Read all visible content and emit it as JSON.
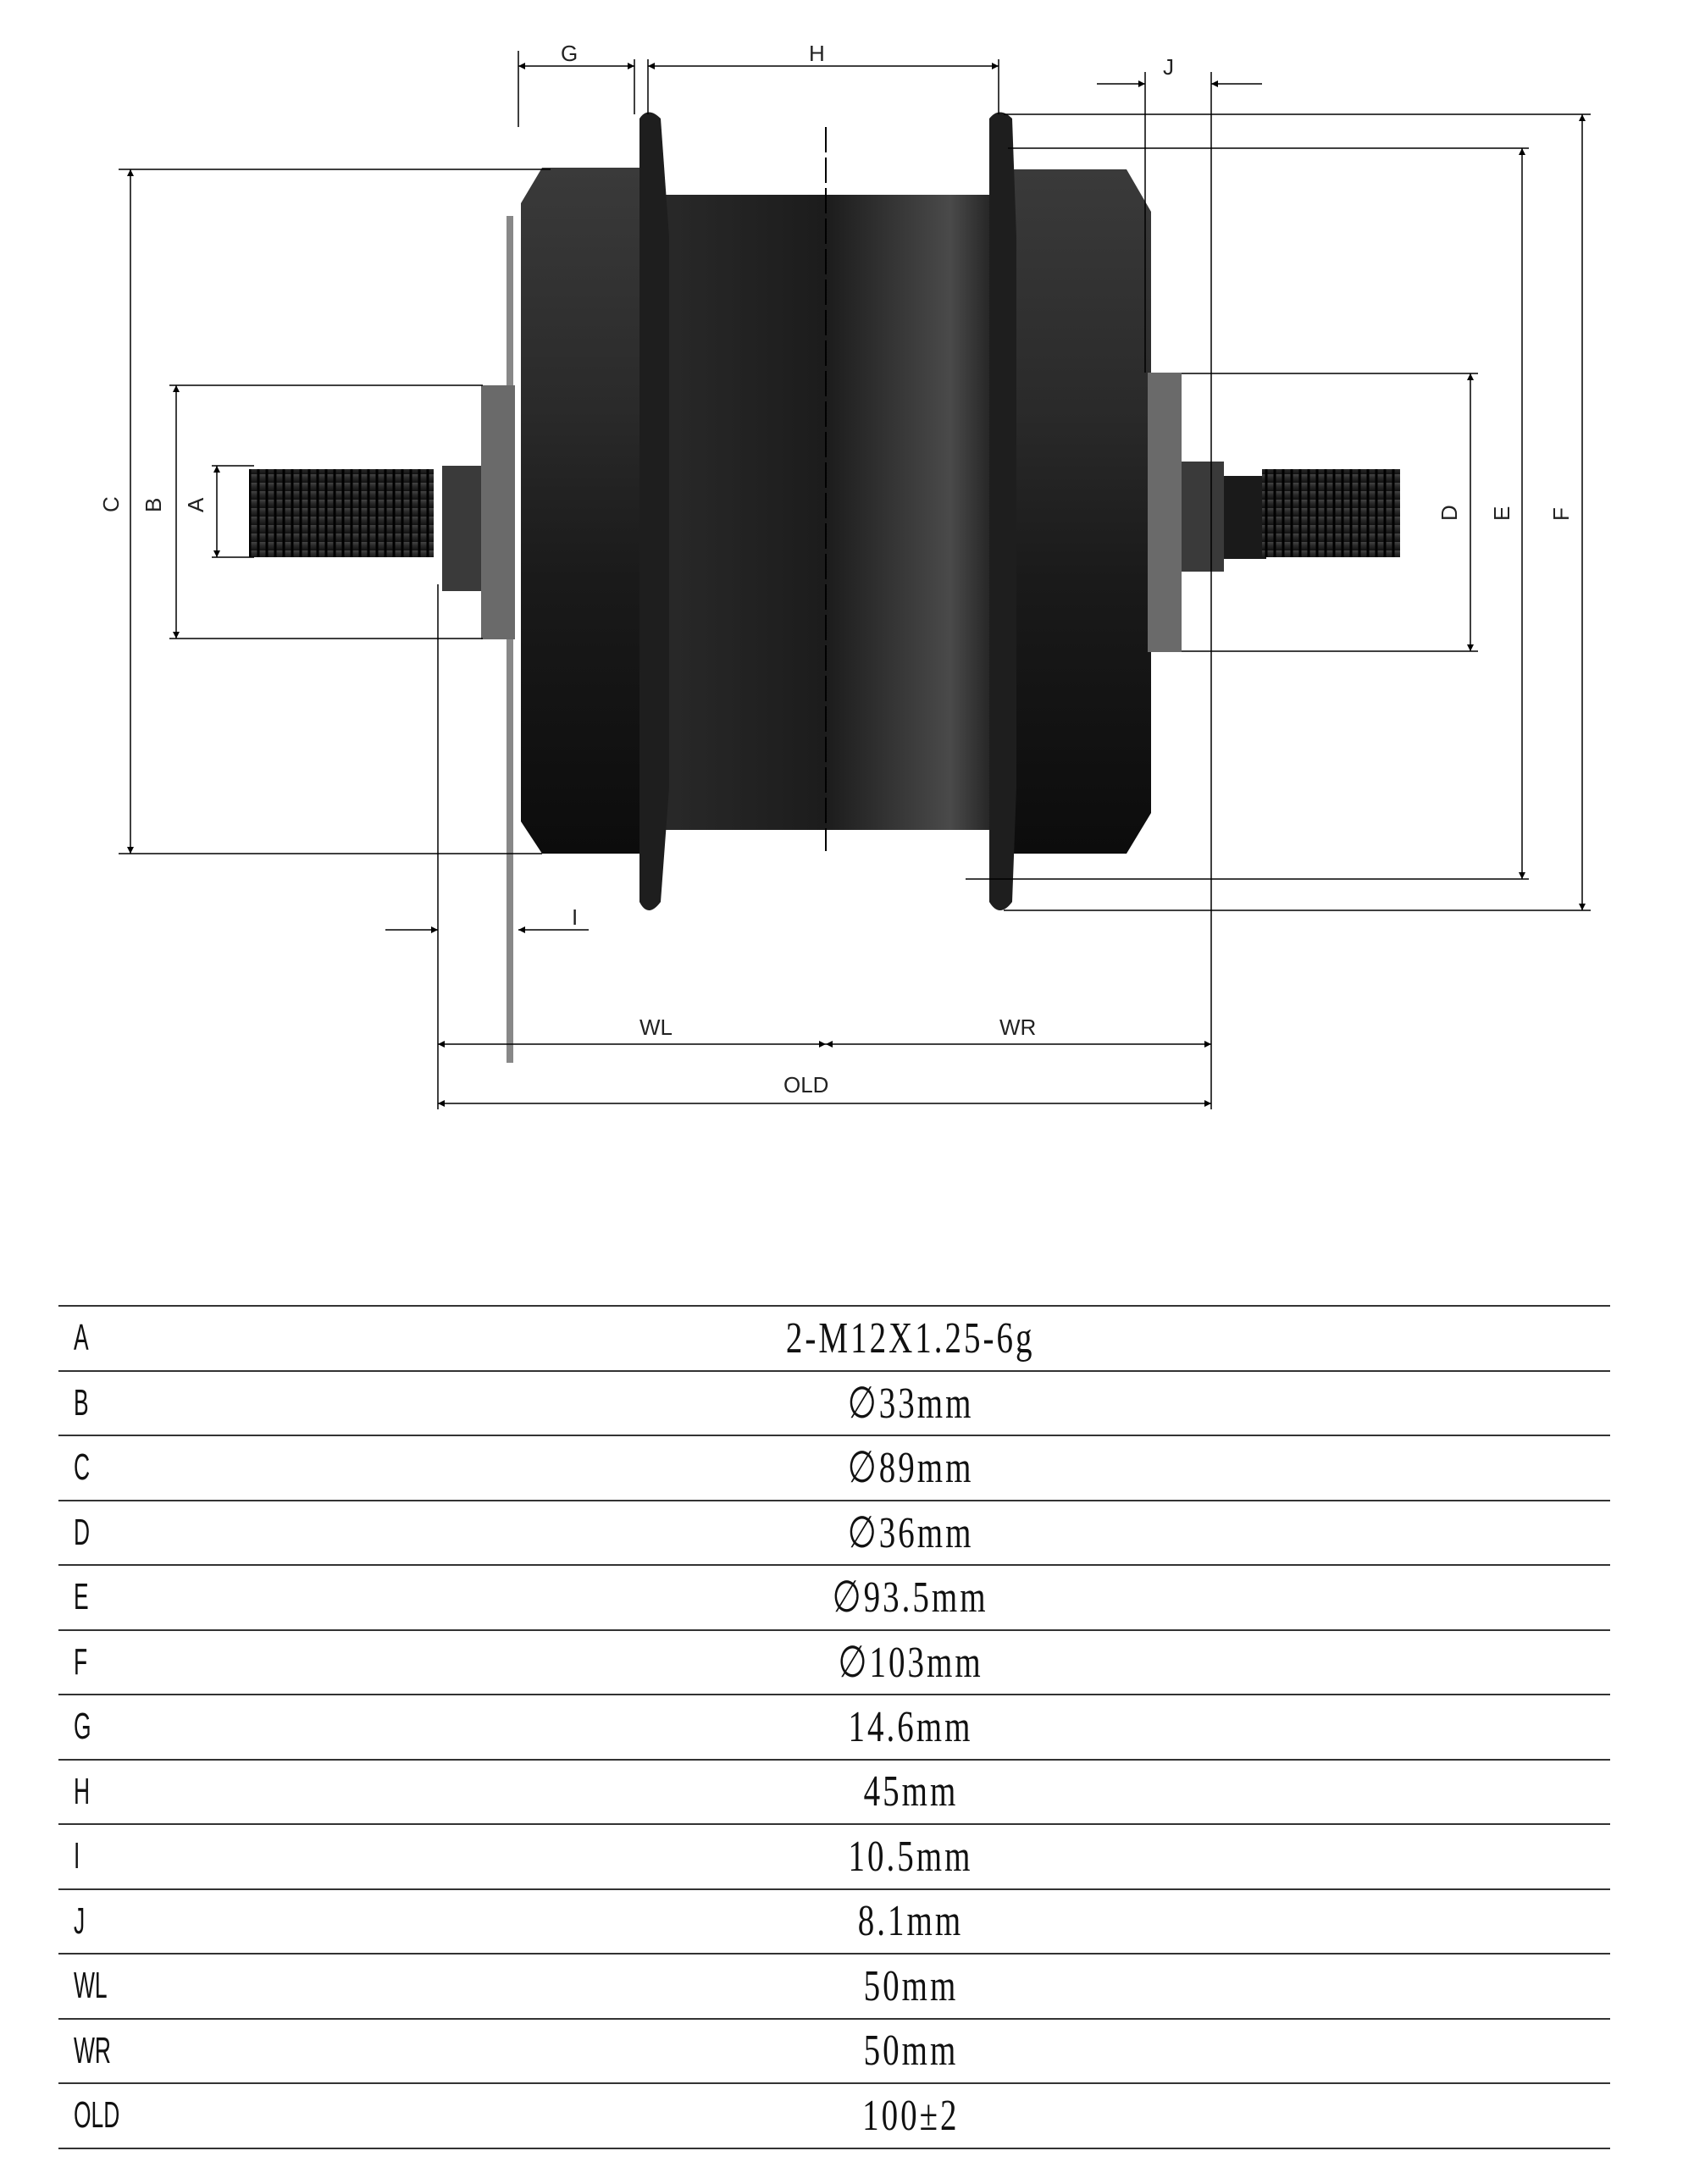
{
  "diagram": {
    "dimension_labels": {
      "A": "A",
      "B": "B",
      "C": "C",
      "D": "D",
      "E": "E",
      "F": "F",
      "G": "G",
      "H": "H",
      "I": "I",
      "J": "J",
      "WL": "WL",
      "WR": "WR",
      "OLD": "OLD"
    }
  },
  "spec_table": {
    "rows": [
      {
        "label": "A",
        "value": "2-M12X1.25-6g"
      },
      {
        "label": "B",
        "value": "∅33mm"
      },
      {
        "label": "C",
        "value": "∅89mm"
      },
      {
        "label": "D",
        "value": "∅36mm"
      },
      {
        "label": "E",
        "value": "∅93.5mm"
      },
      {
        "label": "F",
        "value": "∅103mm"
      },
      {
        "label": "G",
        "value": "14.6mm"
      },
      {
        "label": "H",
        "value": "45mm"
      },
      {
        "label": "I",
        "value": "10.5mm"
      },
      {
        "label": "J",
        "value": "8.1mm"
      },
      {
        "label": "WL",
        "value": "50mm"
      },
      {
        "label": "WR",
        "value": "50mm"
      },
      {
        "label": "OLD",
        "value": "100±2"
      }
    ]
  }
}
